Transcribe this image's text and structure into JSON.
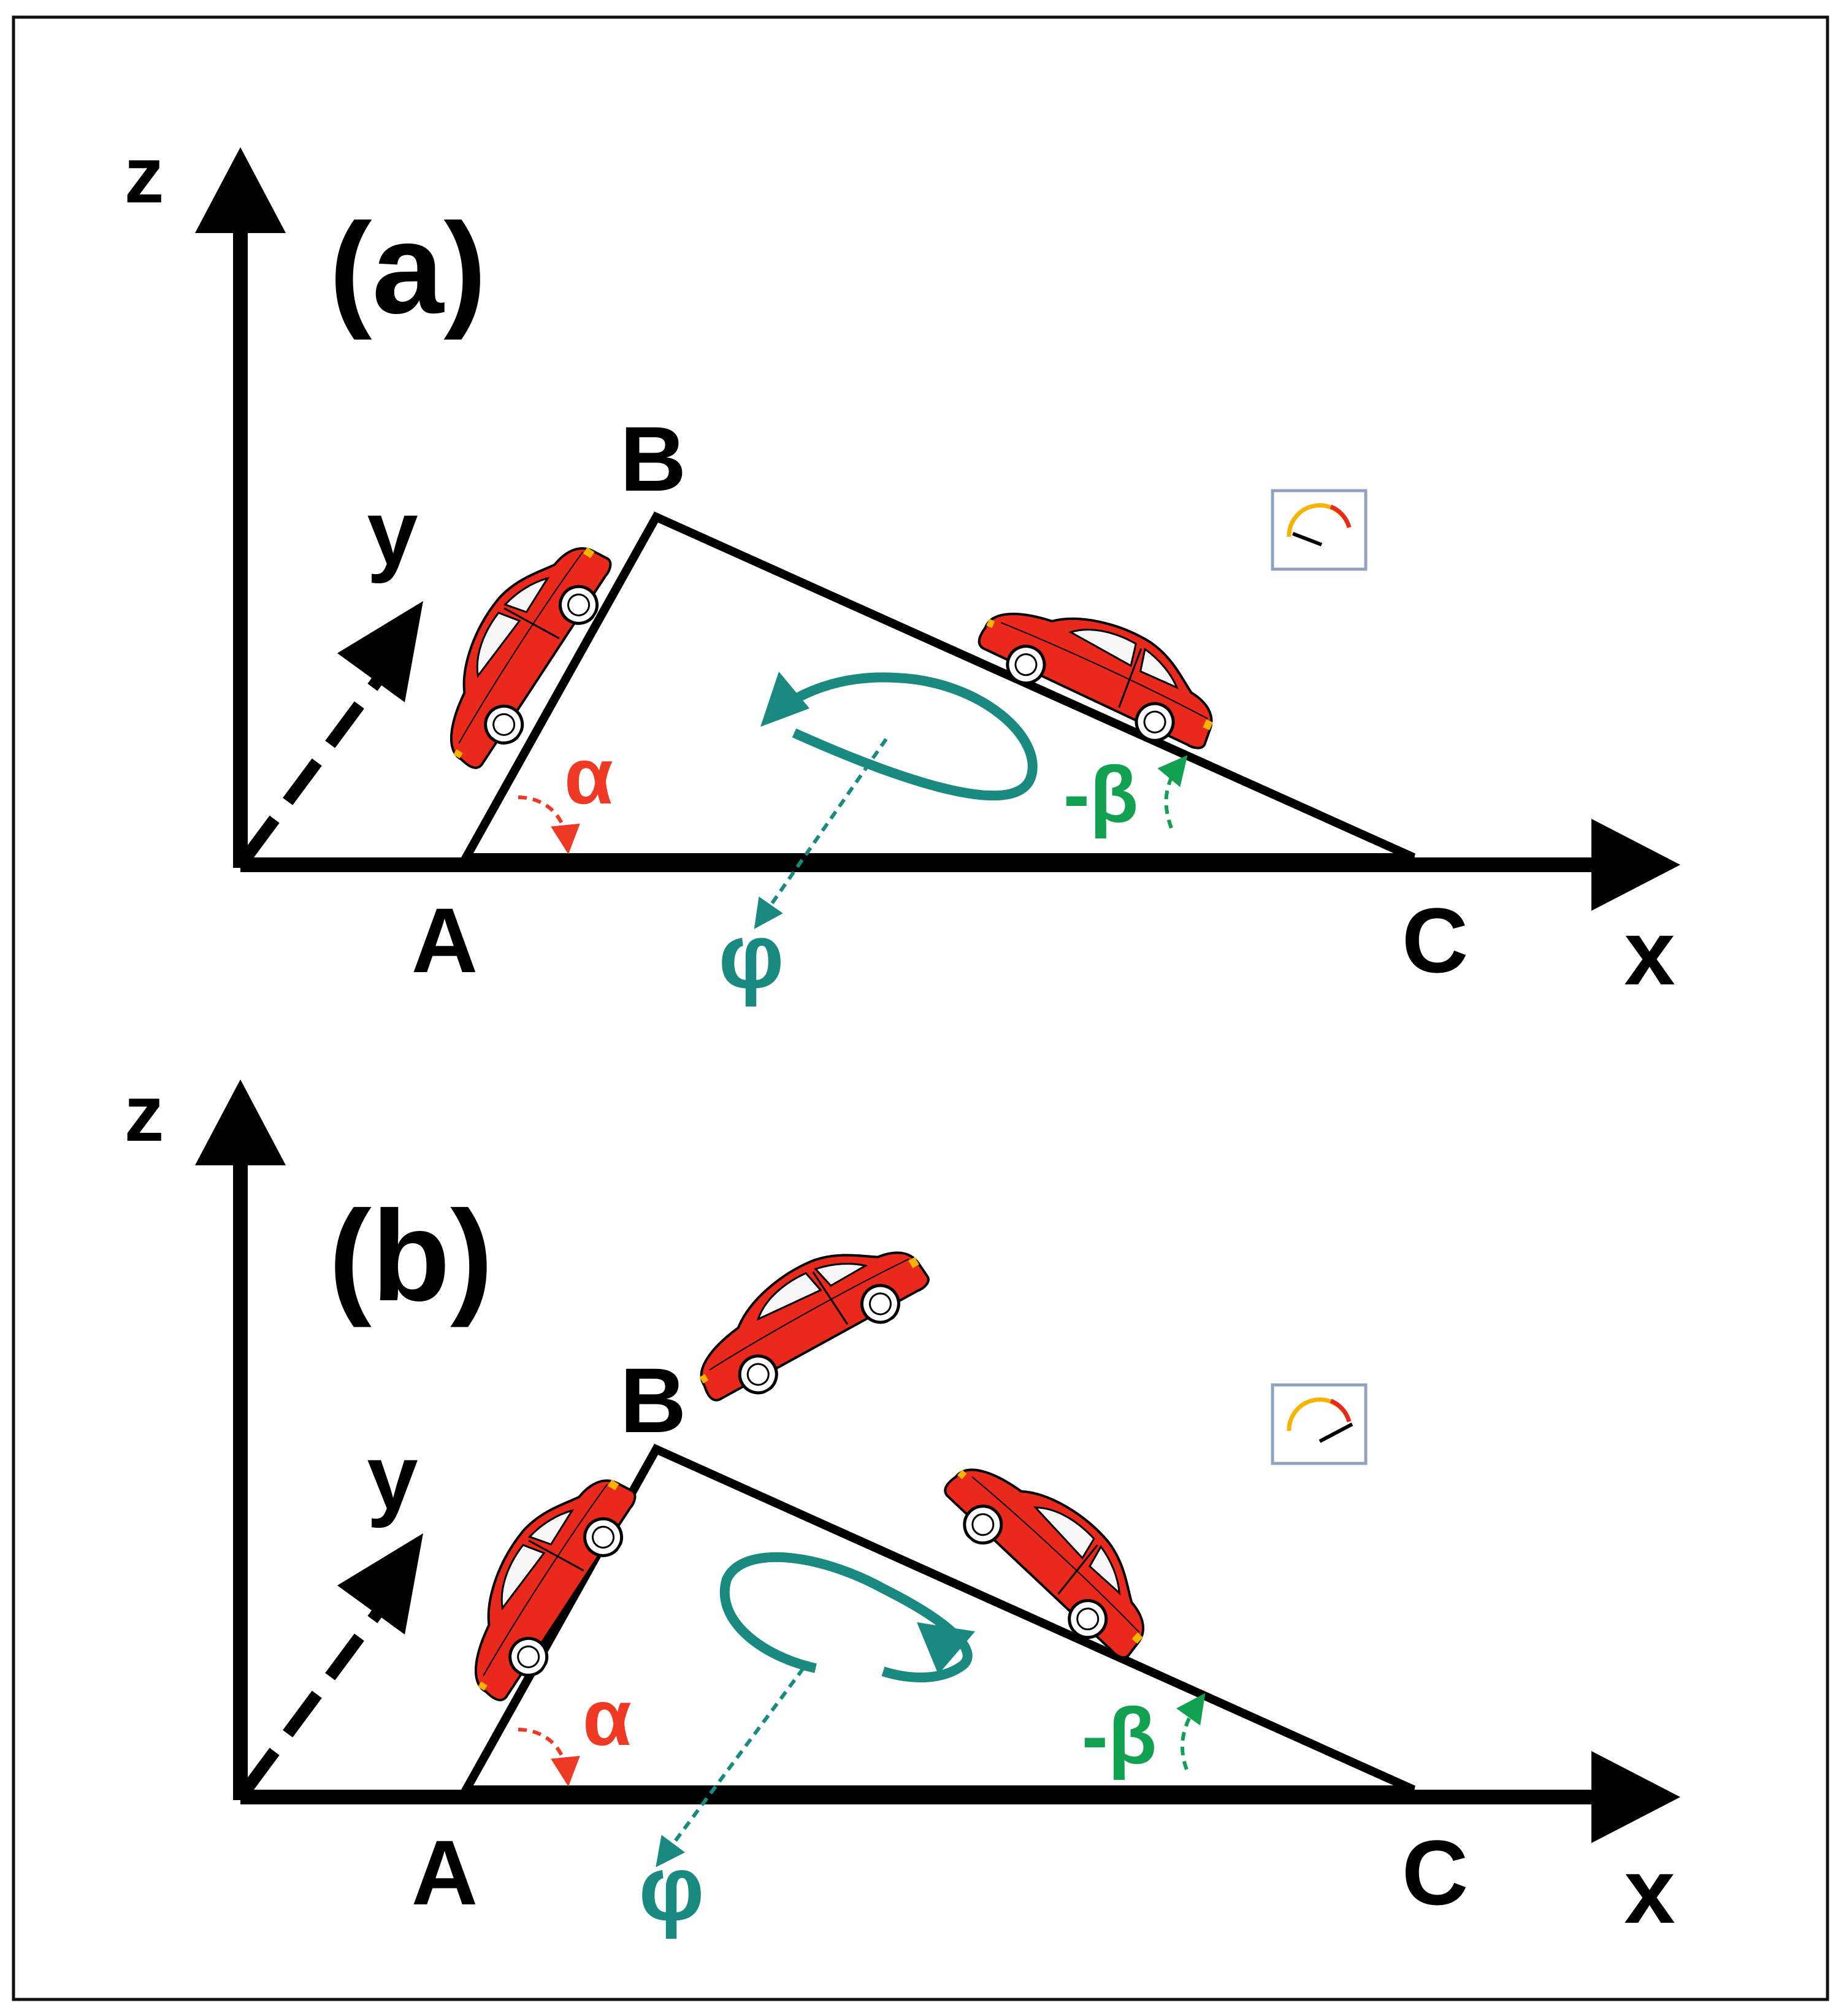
{
  "colors": {
    "ink": "#000000",
    "alpha": "#ee3a24",
    "beta": "#12a150",
    "phi": "#1a8a80",
    "car_body": "#e8291c",
    "gauge_border": "#8fa3bf"
  },
  "panels": [
    {
      "panel_label": "(a)",
      "axis_z": "z",
      "axis_y": "y",
      "axis_x": "x",
      "point_a": "A",
      "point_b": "B",
      "point_c": "C",
      "angle_alpha": "α",
      "angle_beta": "-β",
      "rotation_phi": "φ",
      "rotation_direction": "counter-clockwise",
      "cars": [
        "car-on-slope-ab",
        "car-on-slope-bc"
      ],
      "gauge_icon": "speedometer-icon"
    },
    {
      "panel_label": "(b)",
      "axis_z": "z",
      "axis_y": "y",
      "axis_x": "x",
      "point_a": "A",
      "point_b": "B",
      "point_c": "C",
      "angle_alpha": "α",
      "angle_beta": "-β",
      "rotation_phi": "φ",
      "rotation_direction": "clockwise",
      "cars": [
        "car-on-slope-ab",
        "car-airborne-at-b",
        "car-tilted-on-slope-bc"
      ],
      "gauge_icon": "speedometer-icon"
    }
  ]
}
